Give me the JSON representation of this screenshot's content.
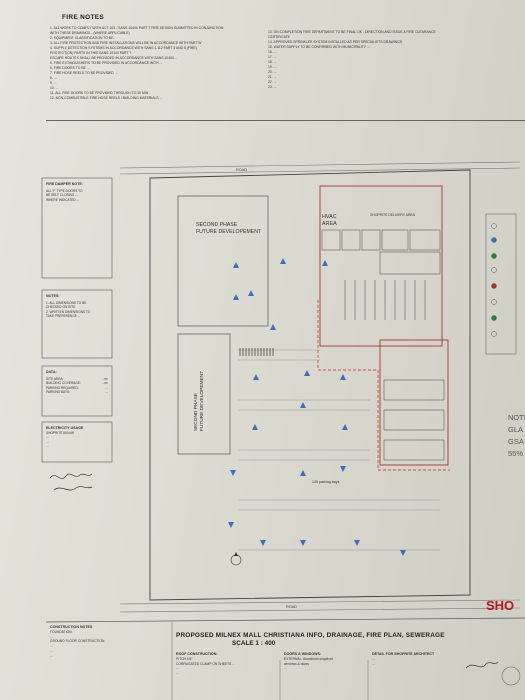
{
  "fire_notes": {
    "title": "FIRE NOTES",
    "left_column": [
      "1. ALL WORK TO COMPLY WITH ACT 103 - SANS 10400 PART T FIRE DESIGN SUBMITTED IN CONJUNCTION",
      "   WITH THESE DRAWINGS - (WHERE APPLICABLE)",
      "2. EQUIPMENT CLASSIFICATION TO BE..",
      "3. ALL FIRE PROTECTION AND FIRE INSTALLATIONS WILL BE IN ACCORDANCE WITH PART W",
      "4. SUPPLY DETECTION SYSTEMS IN ACCORDANCE WITH SANS 1.112 PART 3 AND 5 (FIRE)",
      "   PROTECTION) PARTS IN THIS SANS 10140 PART T",
      "   ESCAPE ROUTES SHALL BE PROVIDED IN ACCORDANCE WITH SANS 10400...",
      "5. FIRE EXTINGUISHERS TO BE PROVIDED IN ACCORDANCE WITH ...",
      "6. FIRE DOORS TO BE ...",
      "7. FIRE HOSE REELS TO BE PROVIDED ...",
      "8. ...",
      "9. ...",
      "10. ...",
      "11. ALL FIRE DOORS TO BE PROVIDED THROUGH TO 30 MIN",
      "12. NON-COMBUSTIBLE FIRE HOSE REELS / BUILDING MATERIALS ..."
    ],
    "right_column": [
      "13. ON COMPLETION FIRE DEPARTMENT TO BE FINAL OK - DIRECTION AND ISSUE A FIRE CLEARANCE",
      "   CERTIFICATE",
      "14. APPROVED SPRINKLER SYSTEM INSTALLED AS PER SPECIALISTS DRAWINGS",
      "15. WATER SUPPLY TO BE CONFIRMED WITH MUNICIPALITY ...",
      "16. ...",
      "17. ...",
      "18. ...",
      "19. ...",
      "20. ...",
      "21. ...",
      "22. ...",
      "23. ..."
    ]
  },
  "plan": {
    "labels": {
      "second_phase_top": "SECOND PHASE\nFUTURE DEVELOPEMENT",
      "second_phase_left": "SECOND PHASE\nFUTURE DEVELOPEMENT",
      "hvac": "HVAC\nAREA",
      "road_top": "ROAD",
      "road_bottom": "ROAD",
      "parking": "145 parking bays",
      "shoprite_area": "SHOPRITE DELIVERY AREA"
    }
  },
  "side_panels": {
    "panel1": {
      "title": "FIRE DAMPER NOTE:",
      "lines": [
        "ALL 'F' TYPE DOORS TO",
        "BE SELF CLOSING ...",
        "WHERE INDICATED ..."
      ]
    },
    "panel2": {
      "title": "NOTES:",
      "lines": [
        "1. ALL DIMENSIONS TO BE",
        "   CHECKED ON SITE",
        "2. WRITTEN DIMENSIONS TO",
        "   TAKE PREFERENCE ..."
      ]
    },
    "site_info": {
      "title": "DATA:",
      "rows": [
        {
          "k": "SITE AREA:",
          "v": "...m²"
        },
        {
          "k": "BUILDING COVERAGE:",
          "v": "...m²"
        },
        {
          "k": "PARKING REQUIRED:",
          "v": "..."
        },
        {
          "k": "PARKING BAYS:",
          "v": "..."
        }
      ]
    },
    "electricity": {
      "title": "ELECTRICITY USAGE",
      "lines": [
        "SHOPRITE 800 kW",
        "...",
        "...",
        "..."
      ]
    }
  },
  "title_block": {
    "title": "PROPOSED MILNEX MALL CHRISTIANA INFO, DRAINAGE, FIRE PLAN, SEWERAGE",
    "scale": "SCALE 1 : 400",
    "construction_notes": {
      "heading": "CONSTRUCTION NOTES",
      "lines": [
        "FOUNDATION:",
        "...",
        "GROUND FLOOR CONSTRUCTION",
        "...",
        "...",
        "..."
      ]
    },
    "roof": {
      "heading": "ROOF CONSTRUCTION:",
      "lines": [
        "PITCH 4.5°",
        "CORRUGATED CLAMP ON SHEETS ...",
        "...",
        "..."
      ]
    },
    "doors": {
      "heading": "DOORS & WINDOWS:",
      "lines": [
        "EXTERNAL: Aluminium shopfront",
        "windows & doors",
        "..."
      ]
    },
    "detail": {
      "heading": "DETAIL FOR SHOPRITE ARCHITECT",
      "lines": [
        "...",
        "..."
      ]
    }
  },
  "right_edge": {
    "note": "NOTE",
    "gla1": "GLA",
    "gla2": "GSA",
    "pct": "55%"
  },
  "brand": {
    "logo_text": "SHO",
    "accent": "#c2141b"
  }
}
